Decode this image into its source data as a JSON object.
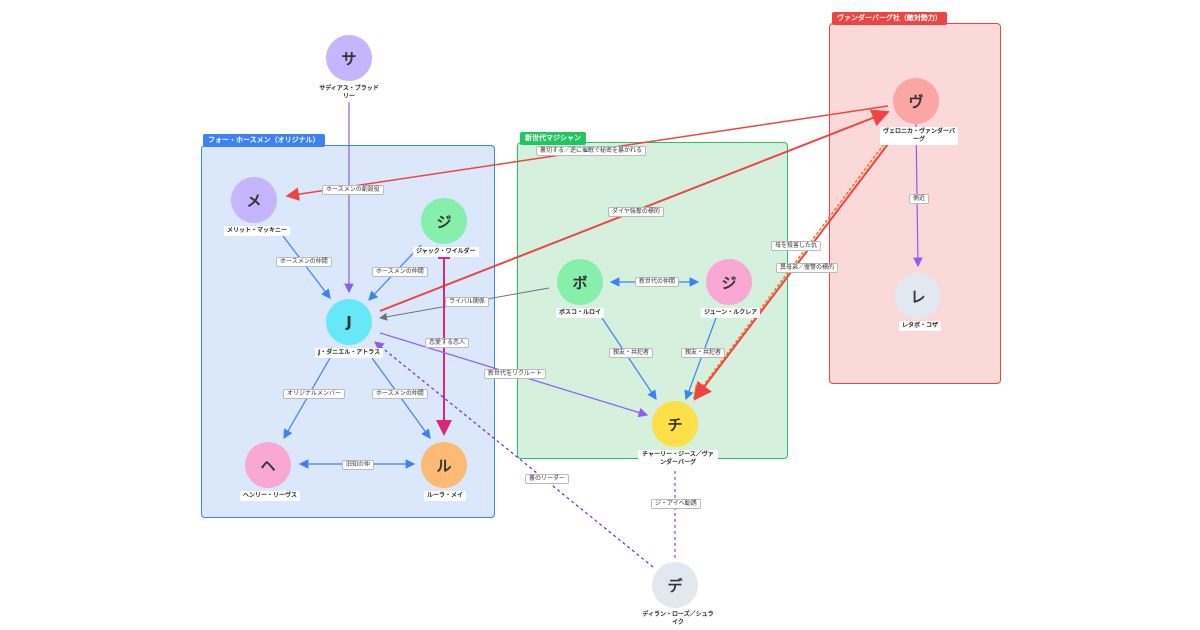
{
  "groups": {
    "horsemen": {
      "label": "フォー・ホースメン（オリジナル）",
      "color": "#3b82f6",
      "fill": "#dbe7fb"
    },
    "newgen": {
      "label": "新世代マジシャン",
      "color": "#22c55e",
      "fill": "#d5f0dd"
    },
    "vander": {
      "label": "ヴァンダーバーグ社（敵対勢力）",
      "color": "#ef4444",
      "fill": "#fcd9d9"
    }
  },
  "nodes": {
    "thaddeus": {
      "initial": "サ",
      "label": "サディアス・ブラッドリー",
      "color": "#c4b5fd"
    },
    "merritt": {
      "initial": "メ",
      "label": "メリット・マッキニー",
      "color": "#c4b5fd"
    },
    "jack": {
      "initial": "ジ",
      "label": "ジャック・ワイルダー",
      "color": "#86efac"
    },
    "atlas": {
      "initial": "J",
      "label": "J・ダニエル・アトラス",
      "color": "#67e8f9"
    },
    "henley": {
      "initial": "ヘ",
      "label": "ヘンリー・リーヴス",
      "color": "#f9a8d4"
    },
    "lula": {
      "initial": "ル",
      "label": "ルーラ・メイ",
      "color": "#fdba74"
    },
    "bosco": {
      "initial": "ボ",
      "label": "ボスコ・ルロイ",
      "color": "#86efac"
    },
    "june": {
      "initial": "ジ",
      "label": "ジューン・ルクレア",
      "color": "#f9a8d4"
    },
    "charlie": {
      "initial": "チ",
      "label": "チャーリー・ジース／ヴァンダーバーグ",
      "color": "#fde047"
    },
    "veronika": {
      "initial": "ヴ",
      "label": "ヴェロニカ・ヴァンダーバーグ",
      "color": "#fca5a5"
    },
    "reza": {
      "initial": "レ",
      "label": "レタボ・コザ",
      "color": "#e2e8f0"
    },
    "dylan": {
      "initial": "デ",
      "label": "ディラン・ローズ／シュライク",
      "color": "#e2e8f0"
    }
  },
  "edges": {
    "e_betray": "裏切する／逆に催眠で秘密を暴かれる",
    "e_creator": "ホースメンの創設役",
    "e_diamond": "ダイヤ強奪の標的",
    "e_m_atlas": "ホースメンの仲間",
    "e_j_atlas": "ホースメンの仲間",
    "e_rival": "ライバル関係",
    "e_lover": "恋愛する恋人",
    "e_newgen_pair": "新世代の仲間",
    "e_recruit": "新世代をリクルート",
    "e_orig": "オリジナルメンバー",
    "e_a_lula": "ホースメンの仲間",
    "e_old": "旧知の仲",
    "e_b_charlie": "親友・共犯者",
    "e_j_charlie": "親友・共犯者",
    "e_mother": "母を殺害した仇",
    "e_inherit": "異母弟／復讐の標的",
    "e_sub": "側近",
    "e_leader": "裏のリーダー",
    "e_dylan_charlie": "ジ・アイへ勧誘"
  }
}
